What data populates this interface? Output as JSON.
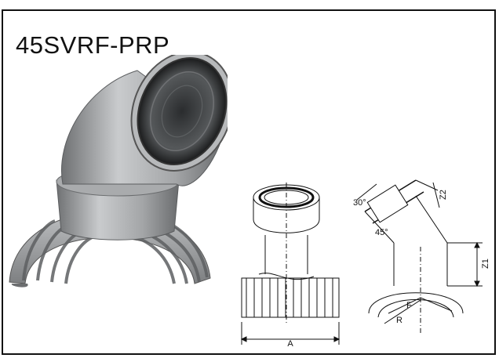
{
  "header_fragment": "",
  "product": {
    "model_code": "45SVRF-PRP"
  },
  "drawing_labels": {
    "dim_a": "A",
    "angle_30": "30°",
    "angle_45": "45°",
    "dim_z2": "Z2",
    "dim_z1": "Z1",
    "dim_f": "F",
    "dim_r": "R"
  },
  "colors": {
    "frame": "#111111",
    "fitting_grey": "#9a9c9e",
    "line": "#111111"
  },
  "icons": {
    "photo": "pipe-fitting-photo",
    "front_view": "front-view-drawing",
    "side_view": "side-view-drawing"
  }
}
